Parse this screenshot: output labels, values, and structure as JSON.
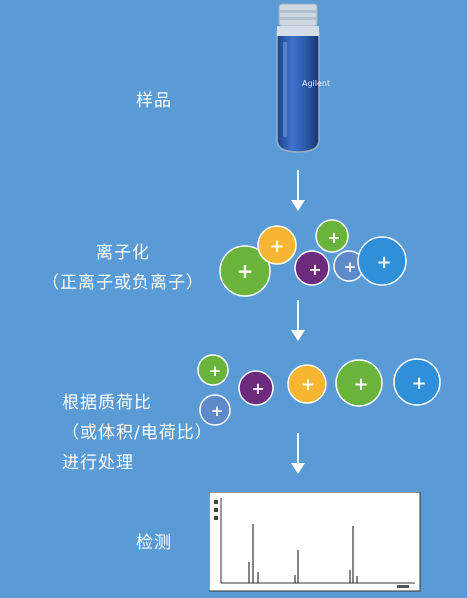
{
  "stages": {
    "sample": {
      "label": "样品"
    },
    "ionization": {
      "line1": "离子化",
      "line2": "（正离子或负离子）"
    },
    "separation": {
      "line1": "根据质荷比",
      "line2": "（或体积/电荷比）",
      "line3": "进行处理"
    },
    "detection": {
      "label": "检测"
    }
  },
  "vial": {
    "brand": "Agilent"
  },
  "ion_symbol": "+",
  "colors": {
    "background": "#5b9bd5",
    "green": "#6ab43c",
    "yellow": "#f6b632",
    "purple": "#6e2a7c",
    "blue": "#2f8fd8",
    "light_blue": "#5f8ac9",
    "vial_liquid": "#2e5db0"
  }
}
